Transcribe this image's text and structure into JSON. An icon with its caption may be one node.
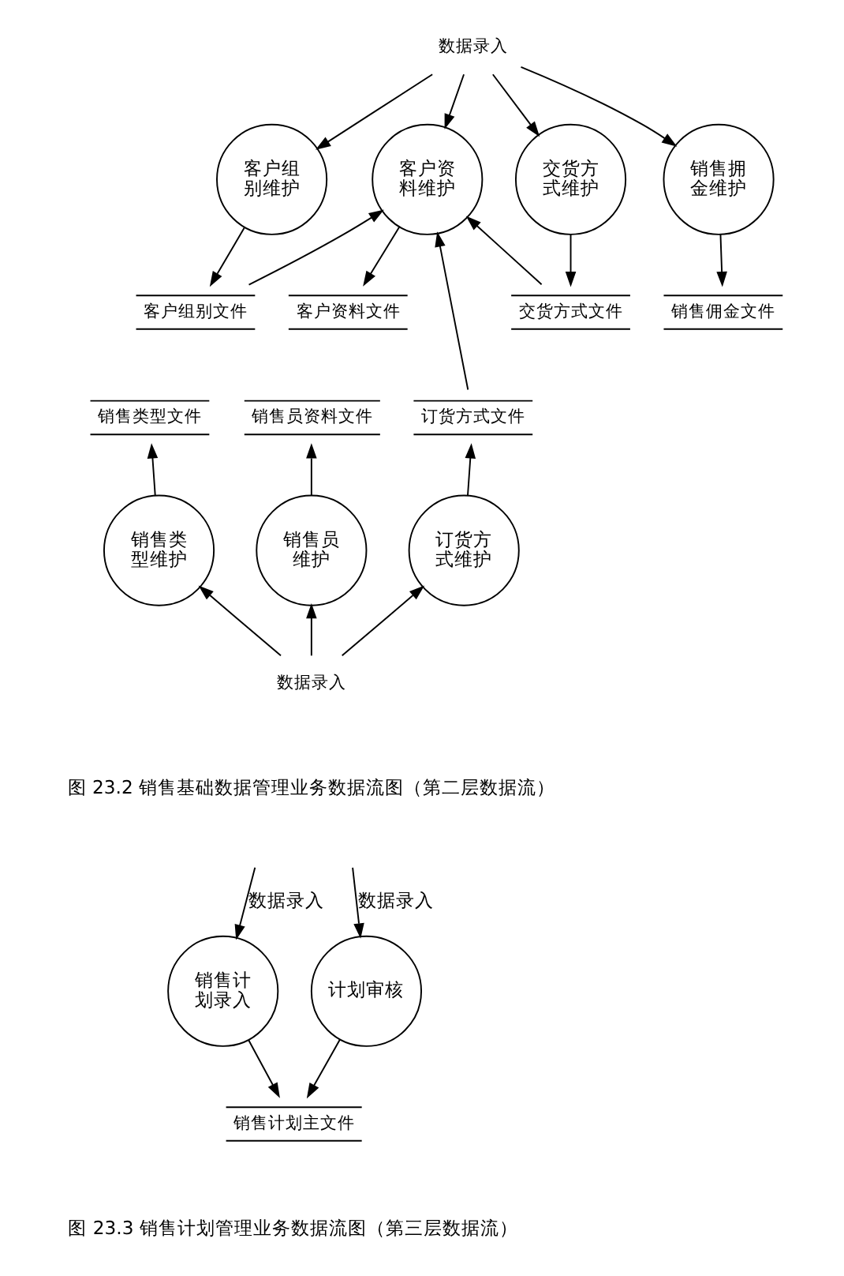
{
  "diagram": {
    "nodes": [
      {
        "text": [
          "数据录入"
        ]
      },
      {
        "text": [
          "客户组别维护"
        ]
      },
      {
        "text": [
          "客户资料维护"
        ]
      },
      {
        "text": [
          "交货方式维护"
        ]
      },
      {
        "text": [
          "销售拥金维护"
        ]
      },
      {
        "text": [
          "客户组别文件"
        ]
      },
      {
        "text": [
          "客户资料文件"
        ]
      },
      {
        "text": [
          "交货方式文件"
        ]
      },
      {
        "text": [
          "销售佣金文件"
        ]
      },
      {
        "text": [
          "销售类型文件"
        ]
      },
      {
        "text": [
          "销售员资料文件"
        ]
      },
      {
        "text": [
          "订货方式文件"
        ]
      },
      {
        "text": [
          "销售类型维护"
        ]
      },
      {
        "text": [
          "销售员维护"
        ]
      },
      {
        "text": [
          "订货方式维护"
        ]
      },
      {
        "text": [
          "数据录入"
        ]
      },
      {
        "text": [
          "销售计划录入"
        ]
      },
      {
        "text": [
          "计划审核"
        ]
      },
      {
        "text": [
          "销售计划主文件"
        ]
      }
    ],
    "edges": [
      {
        "from": 0,
        "to": 1,
        "arrow": "to"
      },
      {
        "from": 0,
        "to": 2,
        "arrow": "to"
      },
      {
        "from": 0,
        "to": 3,
        "arrow": "to"
      },
      {
        "from": 0,
        "to": 4,
        "arrow": "to"
      },
      {
        "from": 1,
        "to": 5,
        "arrow": "to"
      },
      {
        "from": 5,
        "to": 2,
        "arrow": "to"
      },
      {
        "from": 2,
        "to": 6,
        "arrow": "to"
      },
      {
        "from": 11,
        "to": 2,
        "arrow": "to"
      },
      {
        "from": 7,
        "to": 2,
        "arrow": "to"
      },
      {
        "from": 3,
        "to": 7,
        "arrow": "to"
      },
      {
        "from": 4,
        "to": 8,
        "arrow": "to"
      },
      {
        "from": 12,
        "to": 9,
        "arrow": "to"
      },
      {
        "from": 13,
        "to": 10,
        "arrow": "to"
      },
      {
        "from": 14,
        "to": 11,
        "arrow": "to"
      },
      {
        "from": 15,
        "to": 12,
        "arrow": "to"
      },
      {
        "from": 15,
        "to": 13,
        "arrow": "to"
      },
      {
        "from": 15,
        "to": 14,
        "arrow": "to"
      },
      {
        "from": null,
        "to": 16,
        "arrow": "to",
        "label": "数据录入"
      },
      {
        "from": null,
        "to": 17,
        "arrow": "to",
        "label": "数据录入"
      },
      {
        "from": 16,
        "to": 18,
        "arrow": "to"
      },
      {
        "from": 17,
        "to": 18,
        "arrow": "to"
      }
    ],
    "labels": [
      "图 23.2 销售基础数据管理业务数据流图（第二层数据流）",
      "图 23.3 销售计划管理业务数据流图（第三层数据流）"
    ]
  }
}
